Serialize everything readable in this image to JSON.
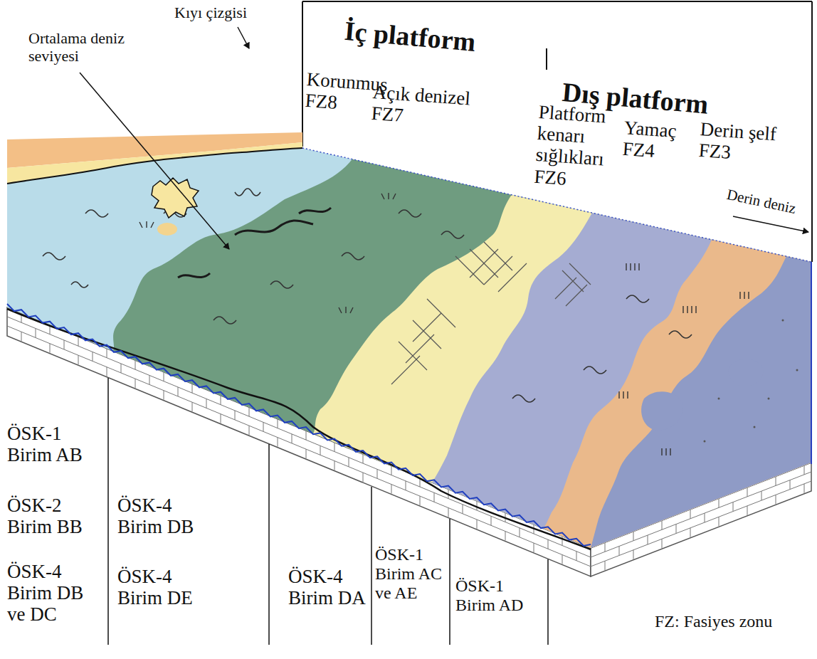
{
  "diagram": {
    "labels": [
      "İç platform",
      "Dış platform",
      "Korunmuş FZ8",
      "Açık denizel FZ7",
      "Platform kenarı sığlıkları FZ6",
      "Yamaç FZ4",
      "Derin şelf FZ3",
      "Kıyı çizgisi",
      "Ortalama deniz seviyesi",
      "Derin deniz",
      "ÖSK-1 Birim AB",
      "ÖSK-2 Birim BB",
      "ÖSK-4 Birim DB",
      "ÖSK-4 Birim DB ve DC",
      "ÖSK-4 Birim DE",
      "ÖSK-4 Birim DA",
      "ÖSK-1 Birim AC ve AE",
      "ÖSK-1 Birim AD",
      "FZ: Fasiyes zonu"
    ]
  }
}
